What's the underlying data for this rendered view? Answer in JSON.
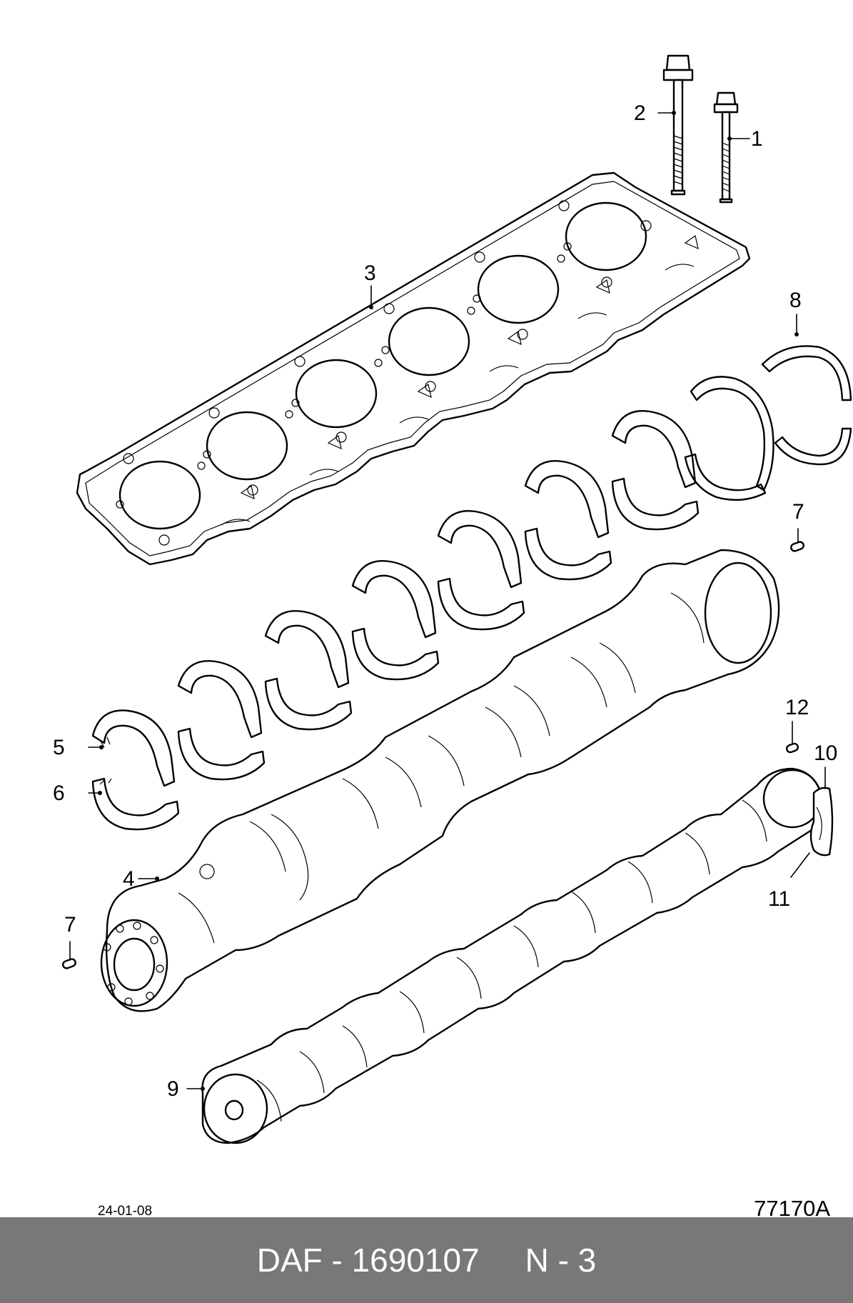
{
  "callouts": [
    "1",
    "2",
    "3",
    "4",
    "5",
    "6",
    "7",
    "7",
    "8",
    "9",
    "10",
    "11",
    "12"
  ],
  "date": "24-01-08",
  "drawing_code": "77170A",
  "footer": {
    "text": "DAF - 1690107     N - 3"
  },
  "colors": {
    "footer_band": "#787878",
    "footer_text": "#ffffff",
    "line_art": "#000000"
  }
}
